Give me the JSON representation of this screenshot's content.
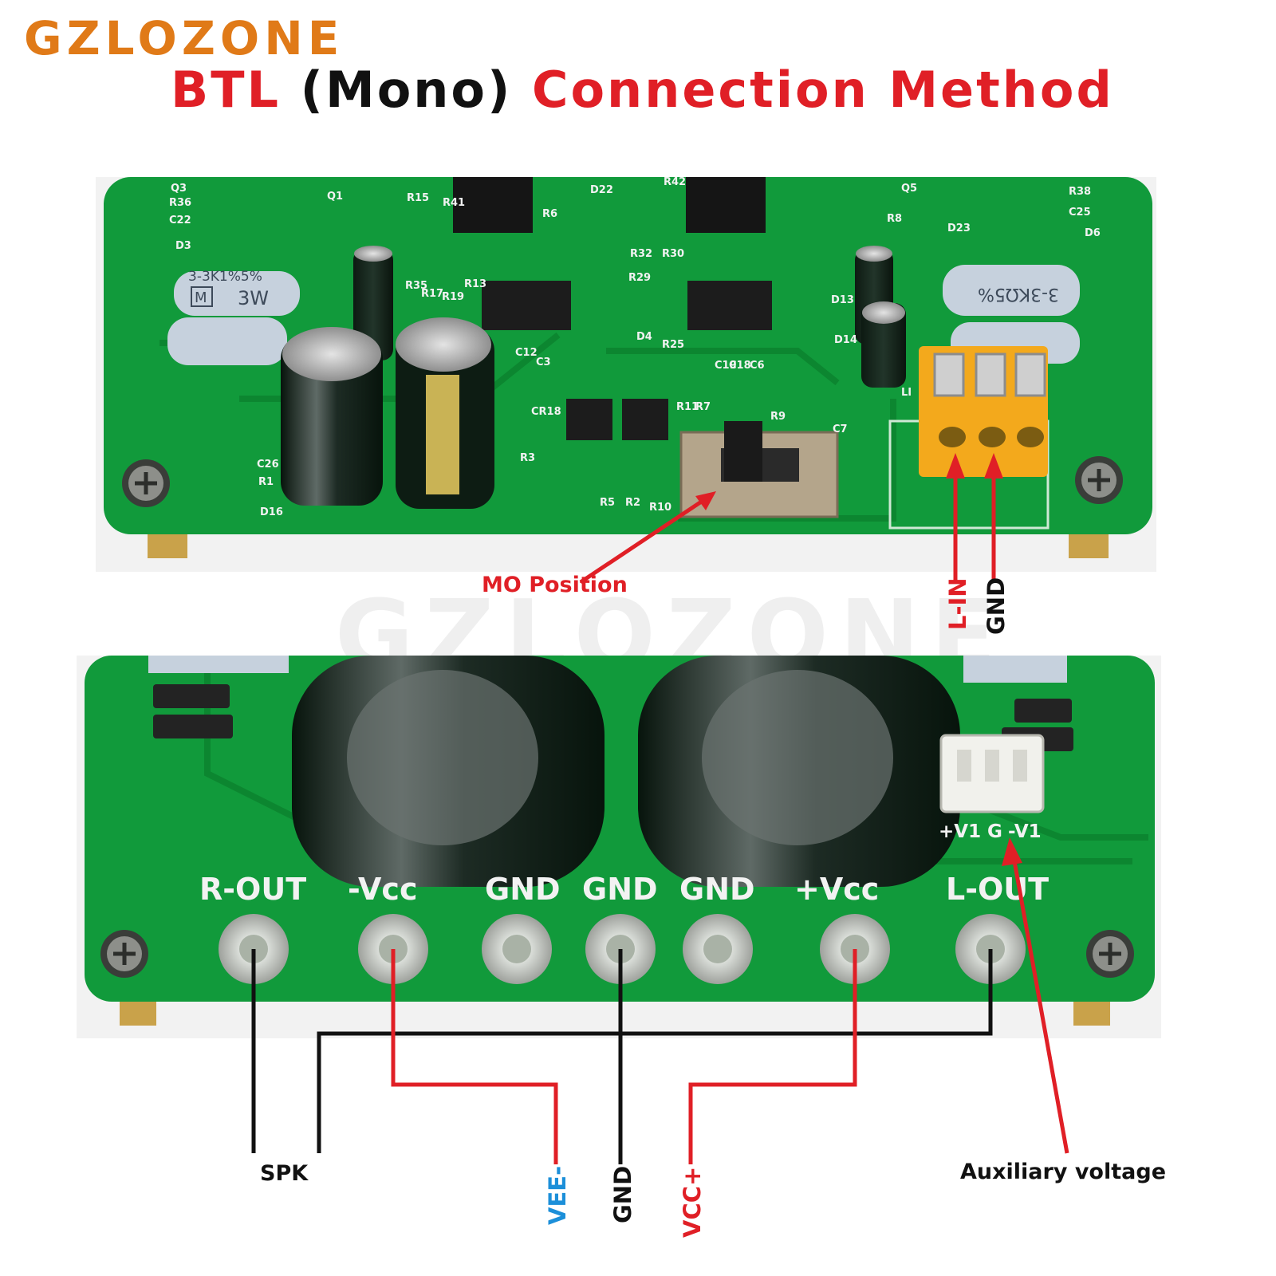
{
  "brand": "GZLOZONE",
  "title": {
    "part1": "BTL",
    "part2": "(Mono)",
    "part3": "Connection Method"
  },
  "watermark": "GZLOZONE",
  "colors": {
    "brand": "#e07a18",
    "title_red": "#e01f26",
    "pcb_green": "#119a3b",
    "wire_red": "#e01f26",
    "wire_black": "#111111",
    "vee_blue": "#1c8fd9"
  },
  "top_board": {
    "resistor_top": "3-3K1%5%",
    "resistor_watt": "3W",
    "resistor_mark": "M",
    "resistor_right": "3-3KΩ5%",
    "switch_label": "MO Position",
    "terminal_labels": [
      "L-IN",
      "GND"
    ],
    "designators": [
      "Q3",
      "R36",
      "C22",
      "D3",
      "Q1",
      "R15",
      "R41",
      "R6",
      "D22",
      "R42",
      "Q5",
      "R8",
      "D23",
      "R38",
      "C25",
      "D6",
      "R35",
      "R17",
      "R19",
      "R13",
      "R29",
      "R32",
      "R30",
      "D4",
      "R25",
      "C12",
      "C3",
      "CR18",
      "R3",
      "C19",
      "C18",
      "C6",
      "R11",
      "R7",
      "R9",
      "C26",
      "R1",
      "D16",
      "R5",
      "R2",
      "R10",
      "D13",
      "D14",
      "C7",
      "LI"
    ]
  },
  "bottom_board": {
    "terminals": [
      "R-OUT",
      "-Vcc",
      "GND",
      "GND",
      "GND",
      "+Vcc",
      "L-OUT"
    ],
    "aux_header": [
      "+V1",
      "G",
      "-V1"
    ],
    "wire_labels": {
      "spk": "SPK",
      "vee": "VEE-",
      "gnd": "GND",
      "vcc": "VCC+",
      "aux": "Auxiliary voltage"
    }
  }
}
